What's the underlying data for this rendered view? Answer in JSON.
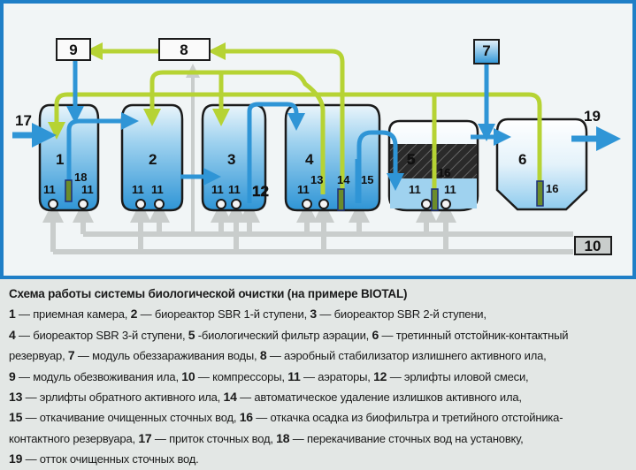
{
  "diagram": {
    "tanks": [
      "1",
      "2",
      "3",
      "4",
      "5",
      "6"
    ],
    "boxes": {
      "b9": "9",
      "b8": "8",
      "b7": "7",
      "b10": "10"
    },
    "labels": {
      "inflow": "17",
      "outflow": "19",
      "pump18": "18",
      "airlift12": "12",
      "airlift13": "13",
      "removal14": "14",
      "pump15": "15",
      "sludge16a": "16",
      "sludge16b": "16",
      "aerator": "11"
    },
    "colors": {
      "water": "#2f95d6",
      "green": "#b6d334",
      "grey": "#c9cdcc",
      "frame": "#1f7fc7"
    }
  },
  "caption": {
    "title": "Схема работы системы биологической очистки (на примере BIOTAL)",
    "lines": [
      [
        {
          "n": "1",
          "t": " — приемная камера, "
        },
        {
          "n": "2",
          "t": " — биореактор SBR 1-й ступени, "
        },
        {
          "n": "3",
          "t": " — биореактор SBR 2-й ступени,"
        }
      ],
      [
        {
          "n": "4",
          "t": " — биореактор SBR 3-й ступени, "
        },
        {
          "n": "5",
          "t": " -биологический фильтр аэрации, "
        },
        {
          "n": "6",
          "t": " — третинный отстойник-контактный"
        }
      ],
      [
        {
          "n": "",
          "t": "резервуар, "
        },
        {
          "n": "7",
          "t": " — модуль обеззараживания воды, "
        },
        {
          "n": "8",
          "t": " — аэробный стабилизатор излишнего активного ила,"
        }
      ],
      [
        {
          "n": "9",
          "t": " — модуль обезвоживания ила, "
        },
        {
          "n": "10",
          "t": " — компрессоры, "
        },
        {
          "n": "11",
          "t": " — аэраторы, "
        },
        {
          "n": "12",
          "t": " — эрлифты иловой смеси,"
        }
      ],
      [
        {
          "n": "13",
          "t": " — эрлифты обратного активного ила, "
        },
        {
          "n": "14",
          "t": " — автоматическое удаление излишков активного ила,"
        }
      ],
      [
        {
          "n": "15",
          "t": " — откачивание очищенных сточных вод, "
        },
        {
          "n": "16",
          "t": " — откачка осадка из биофильтра и третийного отстойника-"
        }
      ],
      [
        {
          "n": "",
          "t": "контактного резервуара, "
        },
        {
          "n": "17",
          "t": " — приток сточных вод, "
        },
        {
          "n": "18",
          "t": " — перекачивание сточных вод на установку,"
        }
      ],
      [
        {
          "n": "19",
          "t": " — отток очищенных сточных вод."
        }
      ]
    ]
  }
}
